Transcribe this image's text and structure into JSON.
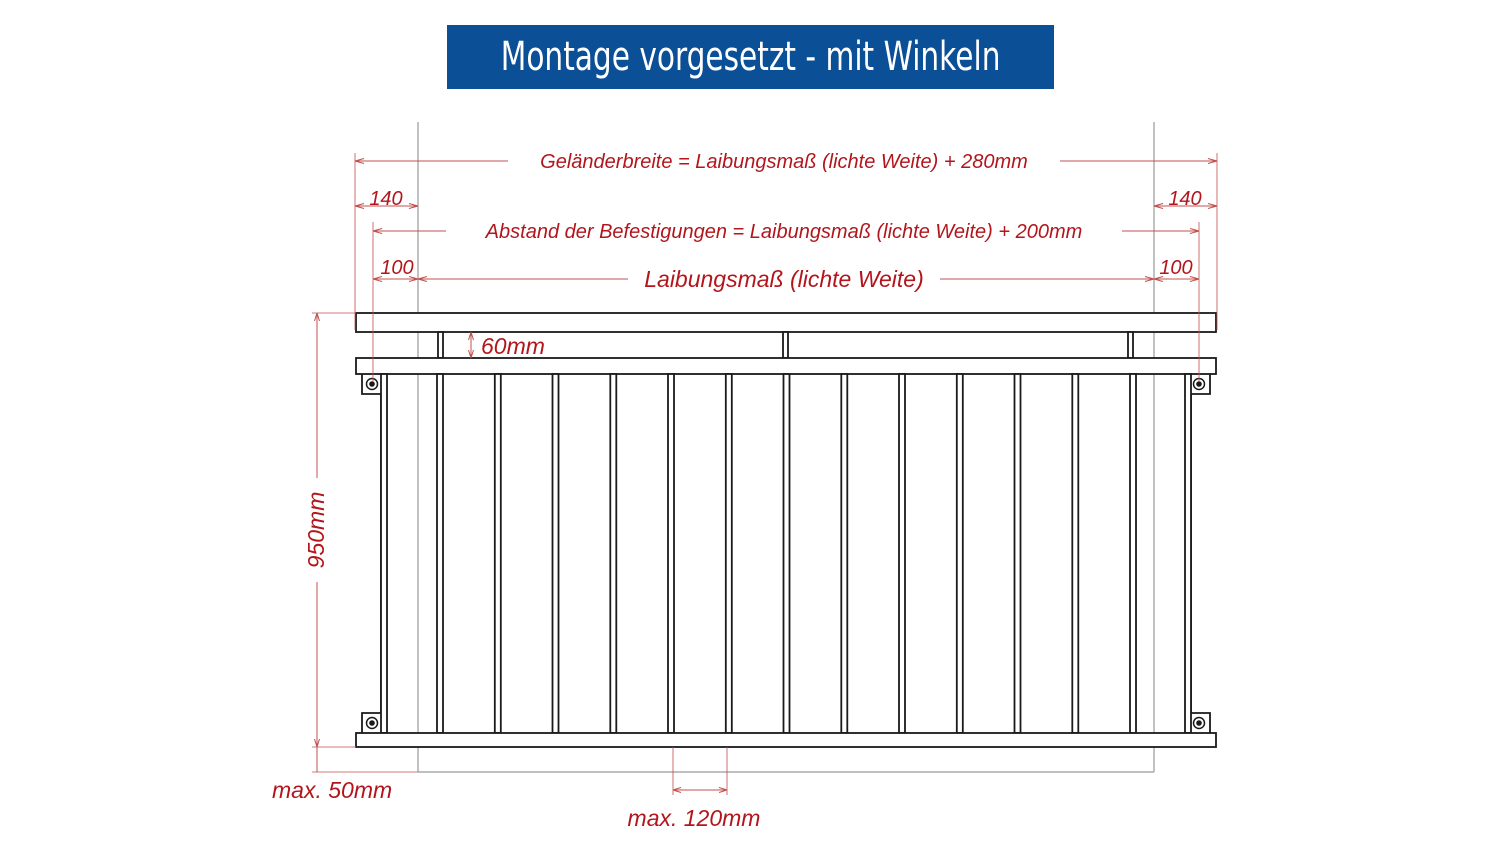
{
  "title": "Montage vorgesetzt - mit Winkeln",
  "colors": {
    "title_background": "#0b4f97",
    "title_text": "#ffffff",
    "dimension_text": "#b2161c",
    "dimension_line": "#c0504d",
    "frame": "#1a1a1a"
  },
  "dimensions": {
    "railing_width": "Geländerbreite = Laibungsmaß (lichte Weite) + 280mm",
    "overhang_left": "140",
    "overhang_right": "140",
    "fixing_distance": "Abstand der Befestigungen = Laibungsmaß (lichte Weite) + 200mm",
    "fixing_offset_left": "100",
    "fixing_offset_right": "100",
    "reveal_width": "Laibungsmaß (lichte Weite)",
    "rail_gap": "60mm",
    "height": "950mm",
    "bottom_clearance": "max. 50mm",
    "bar_spacing": "max. 120mm"
  },
  "railing": {
    "vertical_bar_count": 13,
    "fixing_point_count": 4
  }
}
